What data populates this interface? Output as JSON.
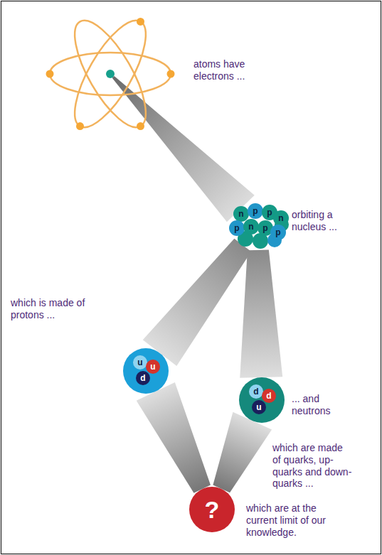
{
  "diagram": {
    "nodes": [
      {
        "text": [
          "atoms have electrons ..."
        ]
      },
      {
        "text": [
          "orbiting a nucleus ..."
        ]
      },
      {
        "text": [
          "n"
        ],
        "in": 1
      },
      {
        "text": [
          "p"
        ],
        "in": 1
      },
      {
        "text": [
          "p"
        ],
        "in": 1
      },
      {
        "text": [
          "n"
        ],
        "in": 1
      },
      {
        "text": [
          "p"
        ],
        "in": 1
      },
      {
        "text": [
          "n"
        ],
        "in": 1
      },
      {
        "text": [
          "p"
        ],
        "in": 1
      },
      {
        "text": [
          "p"
        ],
        "in": 1
      },
      {
        "text": [
          "which is made of protons ..."
        ]
      },
      {
        "text": [
          "u"
        ],
        "in": 10
      },
      {
        "text": [
          "u"
        ],
        "in": 10
      },
      {
        "text": [
          "d"
        ],
        "in": 10
      },
      {
        "text": [
          "... and neutrons"
        ]
      },
      {
        "text": [
          "d"
        ],
        "in": 14
      },
      {
        "text": [
          "d"
        ],
        "in": 14
      },
      {
        "text": [
          "u"
        ],
        "in": 14
      },
      {
        "text": [
          "?",
          "which are at the current limit of our knowledge."
        ]
      }
    ],
    "edges": [
      {
        "from": 0,
        "to": 1,
        "arrow": "none"
      },
      {
        "from": 1,
        "to": 10,
        "arrow": "none"
      },
      {
        "from": 1,
        "to": 14,
        "arrow": "none"
      },
      {
        "from": 10,
        "to": 18,
        "arrow": "none"
      },
      {
        "from": 14,
        "to": 18,
        "arrow": "none"
      }
    ],
    "labels": [
      "which are made of quarks, up-quarks and down-quarks ..."
    ]
  }
}
